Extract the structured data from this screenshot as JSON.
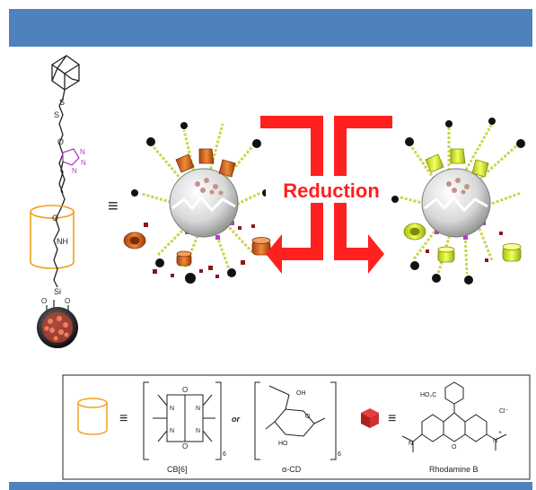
{
  "header": {
    "title": ""
  },
  "diagram": {
    "equiv_symbol": "≡",
    "reduction_label": "Reduction",
    "or_label": "or",
    "structure_atoms": {
      "s1": "S",
      "s2": "S",
      "o1": "O",
      "n1": "N",
      "n2": "N",
      "n3": "N",
      "o2": "O",
      "nh": "NH",
      "si": "Si",
      "o3": "O",
      "o4": "O"
    },
    "legend": {
      "cb6_label": "CB[6]",
      "acd_label": "α-CD",
      "rhodamine_label": "Rhodamine B",
      "subscript_cb6": "6",
      "subscript_acd": "6",
      "cb6_atom_o_top": "O",
      "cb6_atom_o_bottom": "O",
      "cb6_atom_n1": "N",
      "cb6_atom_n2": "N",
      "cb6_atom_n3": "N",
      "cb6_atom_n4": "N",
      "acd_oh": "OH",
      "acd_ho": "HO",
      "acd_o": "O",
      "rb_cooh": "HO₂C",
      "rb_cl": "Cl⁻",
      "rb_n_left": "N",
      "rb_n_right": "N",
      "rb_o": "O",
      "rb_plus": "+"
    }
  },
  "colors": {
    "bar": "#4f81bd",
    "arrow": "#ff2020",
    "orange_ring": "#d9661a",
    "yellow_ring": "#d8ef28",
    "purple_linker": "#b040c0"
  }
}
